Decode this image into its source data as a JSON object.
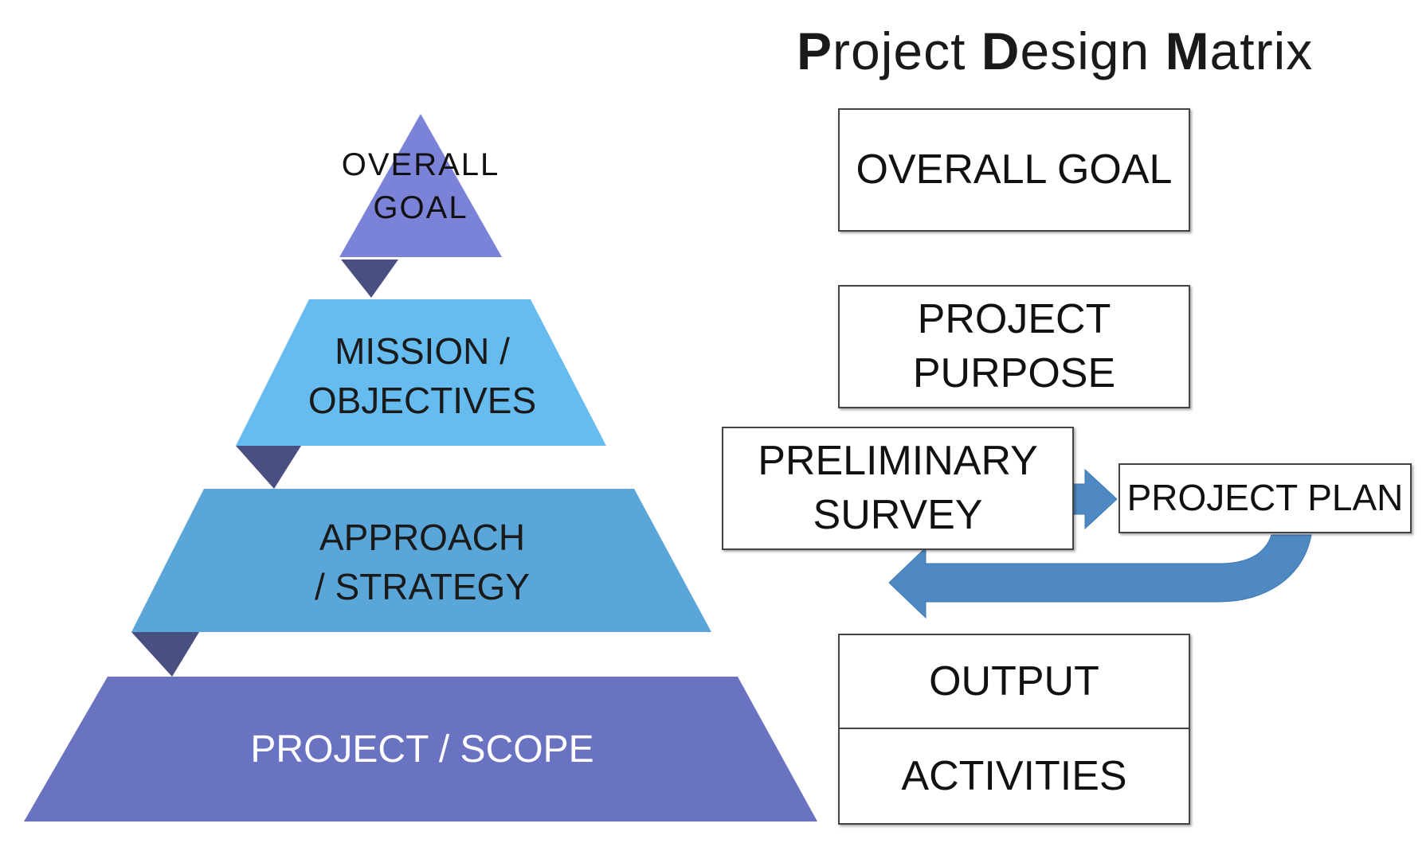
{
  "title": {
    "word1_cap": "P",
    "word1_rest": "roject ",
    "word2_cap": "D",
    "word2_rest": "esign ",
    "word3_cap": "M",
    "word3_rest": "atrix"
  },
  "pyramid": {
    "tier1": {
      "line1": "OVERALL",
      "line2": "GOAL",
      "color": "#7b83d9"
    },
    "tier2": {
      "line1": "MISSION /",
      "line2": "OBJECTIVES",
      "color": "#66bbef"
    },
    "tier3": {
      "line1": "APPROACH",
      "line2": "/ STRATEGY",
      "color": "#5aa6d8"
    },
    "tier4": {
      "line1": "PROJECT / SCOPE",
      "color": "#6a72c2"
    },
    "connector_color": "#4a4f82"
  },
  "matrix": {
    "overall_goal": "OVERALL GOAL",
    "project_purpose": {
      "line1": "PROJECT",
      "line2": "PURPOSE"
    },
    "preliminary_survey": {
      "line1": "PRELIMINARY",
      "line2": "SURVEY"
    },
    "project_plan": "PROJECT PLAN",
    "output": "OUTPUT",
    "activities": "ACTIVITIES",
    "arrow_color": "#4f89c4"
  }
}
